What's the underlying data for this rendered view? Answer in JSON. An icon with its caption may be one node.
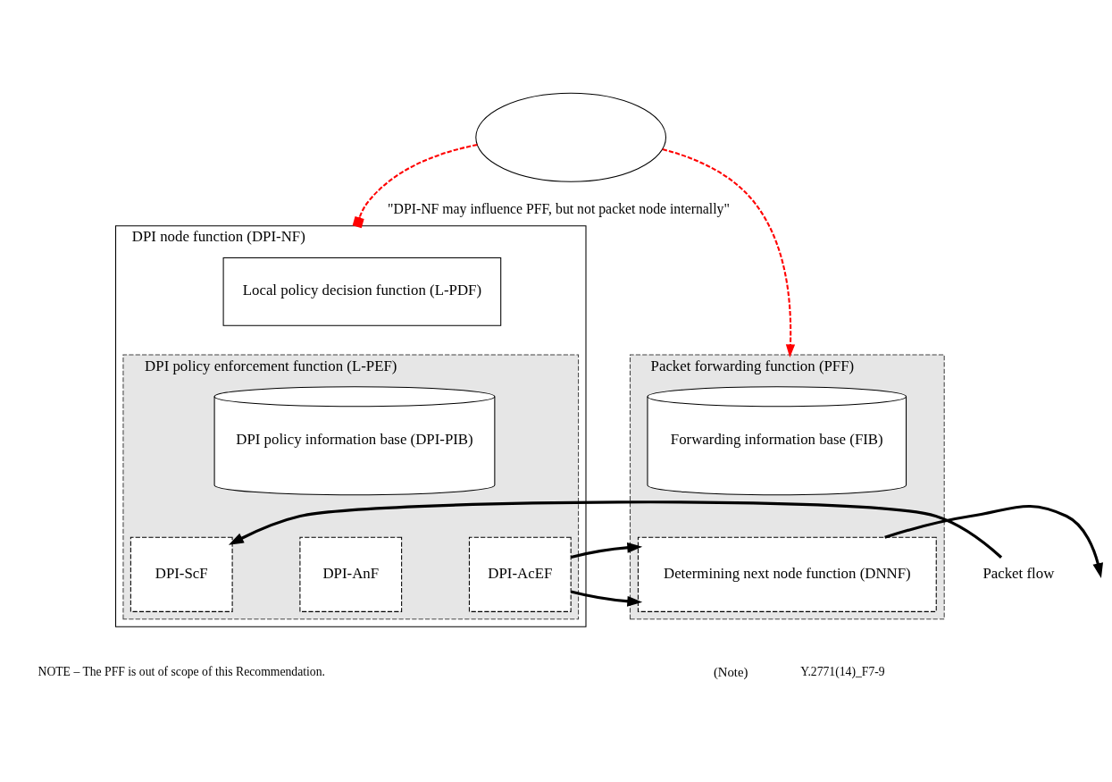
{
  "diagram": {
    "nodes": [
      {
        "text": [],
        "shape": "cloud"
      },
      {
        "text": [
          "DPI node function (DPI-NF)"
        ]
      },
      {
        "text": [
          "Local policy decision function (L-PDF)"
        ],
        "in": 1
      },
      {
        "text": [
          "DPI policy enforcement function (L-PEF)"
        ],
        "in": 1
      },
      {
        "text": [
          "DPI policy information base (DPI-PIB)"
        ],
        "in": 3
      },
      {
        "text": [
          "DPI-ScF"
        ],
        "in": 3
      },
      {
        "text": [
          "DPI-AnF"
        ],
        "in": 3
      },
      {
        "text": [
          "DPI-AcEF"
        ],
        "in": 3
      },
      {
        "text": [
          "Packet forwarding function (PFF)"
        ],
        "beside": [
          "(Note)"
        ]
      },
      {
        "text": [
          "Forwarding information base (FIB)"
        ],
        "in": 8
      },
      {
        "text": [
          "Determining next node function (DNNF)"
        ],
        "in": 8
      },
      {
        "text": [
          "Packet flow"
        ]
      }
    ],
    "edges": [
      {
        "from": 0,
        "to": 1,
        "arrow": "other",
        "style": "dashed",
        "color": "#ff0000",
        "label": "\"DPI-NF may influence PFF, but not packet node internally\""
      },
      {
        "from": 0,
        "to": 8,
        "arrow": "to",
        "style": "dashed",
        "color": "#ff0000"
      },
      {
        "from": 11,
        "to": 5,
        "arrow": "to"
      },
      {
        "from": 7,
        "to": 10,
        "arrow": "to"
      },
      {
        "from": 10,
        "to": null,
        "arrow": "to"
      }
    ],
    "labels": [
      "NOTE – The PFF is out of scope of this Recommendation.",
      "Y.2771(14)_F7-9"
    ]
  }
}
